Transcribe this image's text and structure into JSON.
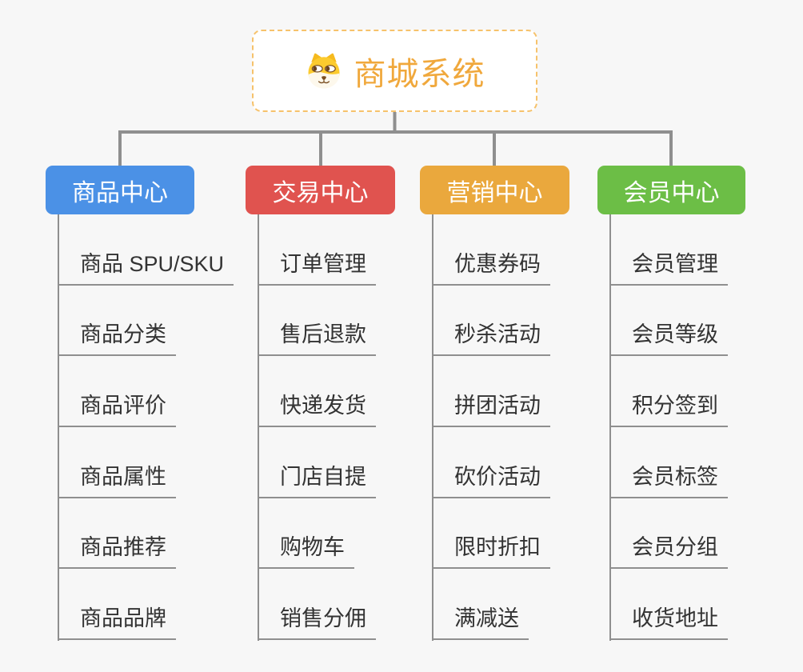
{
  "root": {
    "title": "商城系统",
    "icon": "shiba-dog-icon"
  },
  "branches": [
    {
      "label": "商品中心",
      "color": "#4B91E6",
      "children": [
        "商品 SPU/SKU",
        "商品分类",
        "商品评价",
        "商品属性",
        "商品推荐",
        "商品品牌"
      ]
    },
    {
      "label": "交易中心",
      "color": "#E0534F",
      "children": [
        "订单管理",
        "售后退款",
        "快递发货",
        "门店自提",
        "购物车",
        "销售分佣"
      ]
    },
    {
      "label": "营销中心",
      "color": "#EAA83D",
      "children": [
        "优惠券码",
        "秒杀活动",
        "拼团活动",
        "砍价活动",
        "限时折扣",
        "满减送"
      ]
    },
    {
      "label": "会员中心",
      "color": "#6CBE46",
      "children": [
        "会员管理",
        "会员等级",
        "积分签到",
        "会员标签",
        "会员分组",
        "收货地址"
      ]
    }
  ],
  "colors": {
    "background": "#F7F7F7",
    "connector": "#8F8F8F",
    "item_underline": "#8F8F8F",
    "item_text": "#333333",
    "root_border": "#F6C26B",
    "root_text": "#F0A83C"
  }
}
